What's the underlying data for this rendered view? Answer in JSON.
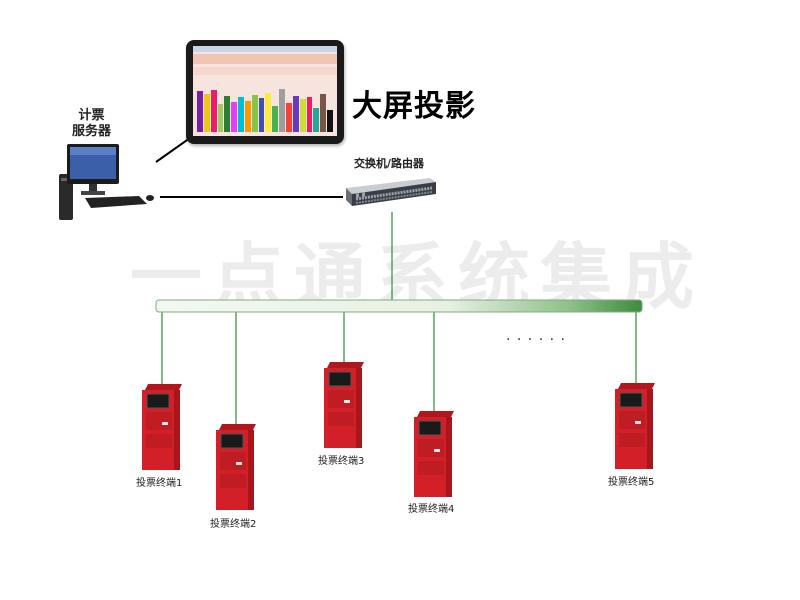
{
  "server_label": "计票\n服务器",
  "screen_label": "大屏投影",
  "switch_label": "交换机/路由器",
  "watermark": "一点通系统集成",
  "ellipsis": "· · · · · ·",
  "terminals": [
    {
      "label": "投票终端1"
    },
    {
      "label": "投票终端2"
    },
    {
      "label": "投票终端3"
    },
    {
      "label": "投票终端4"
    },
    {
      "label": "投票终端5"
    }
  ],
  "projector_bars": [
    {
      "value": 0.85,
      "color": "#7a1fa2"
    },
    {
      "value": 0.8,
      "color": "#f0c419"
    },
    {
      "value": 0.88,
      "color": "#e91e63"
    },
    {
      "value": 0.58,
      "color": "#9ccc65"
    },
    {
      "value": 0.75,
      "color": "#2e7d32"
    },
    {
      "value": 0.62,
      "color": "#e040fb"
    },
    {
      "value": 0.72,
      "color": "#00bcd4"
    },
    {
      "value": 0.65,
      "color": "#ff9800"
    },
    {
      "value": 0.78,
      "color": "#8bc34a"
    },
    {
      "value": 0.7,
      "color": "#3f51b5"
    },
    {
      "value": 0.82,
      "color": "#ffeb3b"
    },
    {
      "value": 0.55,
      "color": "#4caf50"
    },
    {
      "value": 0.9,
      "color": "#9e9e9e"
    },
    {
      "value": 0.6,
      "color": "#f44336"
    },
    {
      "value": 0.75,
      "color": "#673ab7"
    },
    {
      "value": 0.68,
      "color": "#cddc39"
    },
    {
      "value": 0.72,
      "color": "#e91e63"
    },
    {
      "value": 0.5,
      "color": "#26a69a"
    },
    {
      "value": 0.8,
      "color": "#795548"
    },
    {
      "value": 0.45,
      "color": "#111111"
    }
  ],
  "colors": {
    "terminal_red": "#d32028",
    "bus_green": "#2e8b3a",
    "line_black": "#000000"
  }
}
